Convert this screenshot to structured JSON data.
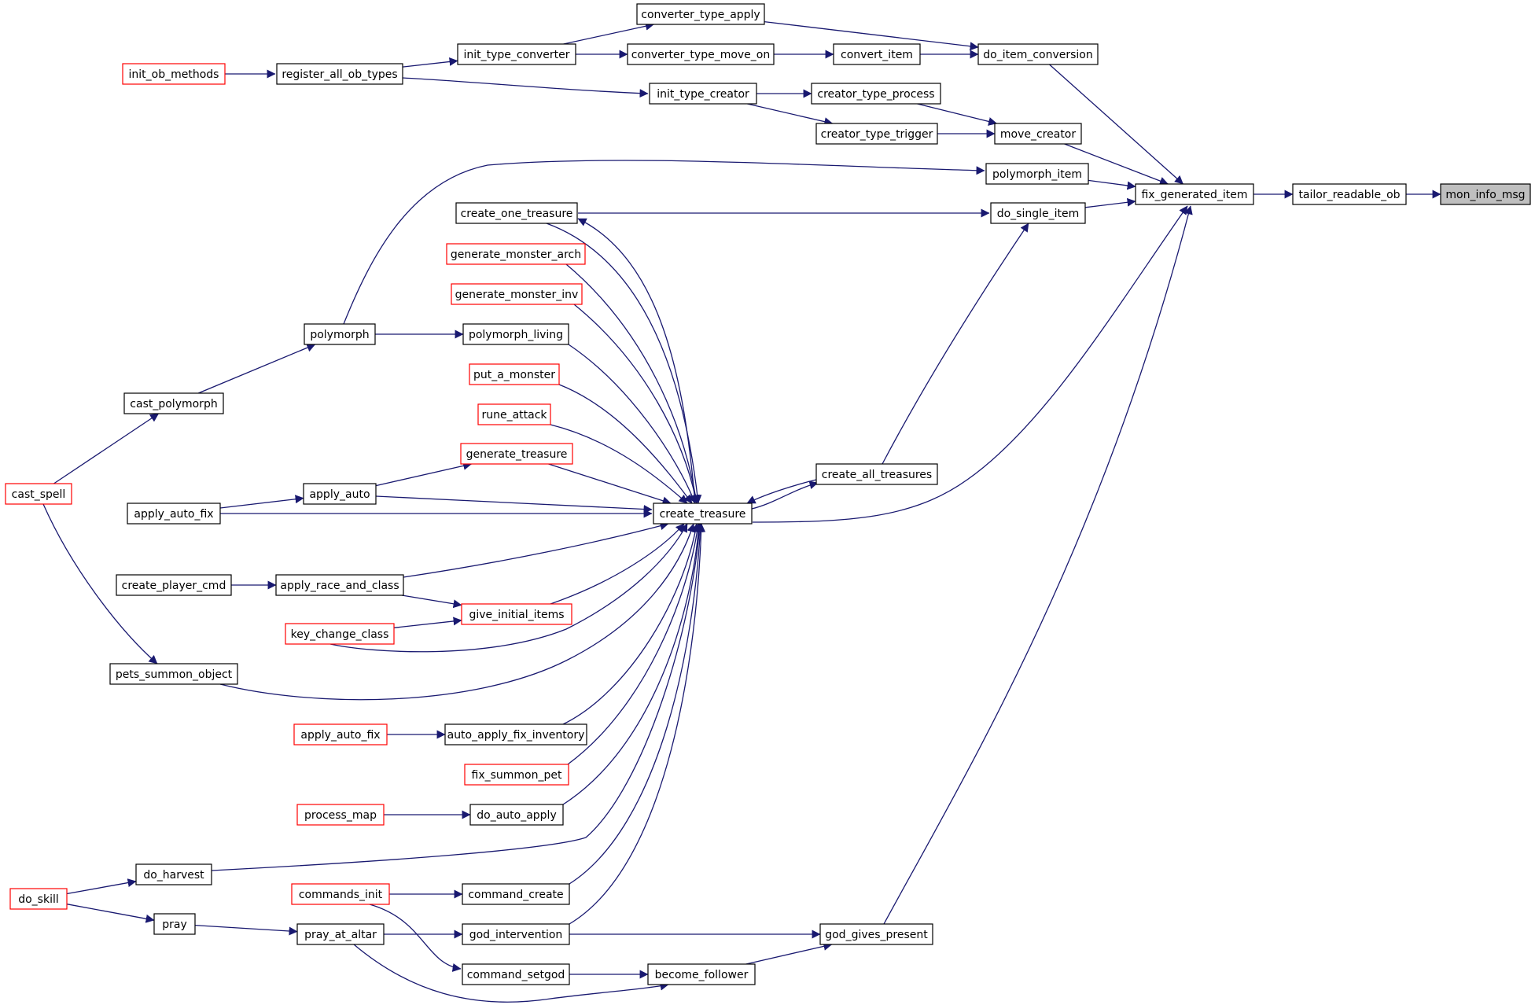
{
  "graph": {
    "root": "mon_info_msg",
    "colors": {
      "edge": "#191970",
      "border": "#000000",
      "partial_border": "#ff0000",
      "root_fill": "#bfbfbf"
    },
    "nodes": [
      {
        "id": "mon_info_msg",
        "label": "mon_info_msg",
        "kind": "root"
      },
      {
        "id": "tailor_readable_ob",
        "label": "tailor_readable_ob",
        "kind": "normal"
      },
      {
        "id": "fix_generated_item",
        "label": "fix_generated_item",
        "kind": "normal"
      },
      {
        "id": "do_item_conversion",
        "label": "do_item_conversion",
        "kind": "normal"
      },
      {
        "id": "move_creator",
        "label": "move_creator",
        "kind": "normal"
      },
      {
        "id": "polymorph_item",
        "label": "polymorph_item",
        "kind": "normal"
      },
      {
        "id": "do_single_item",
        "label": "do_single_item",
        "kind": "normal"
      },
      {
        "id": "create_treasure",
        "label": "create_treasure",
        "kind": "normal"
      },
      {
        "id": "god_gives_present",
        "label": "god_gives_present",
        "kind": "normal"
      },
      {
        "id": "converter_type_apply",
        "label": "converter_type_apply",
        "kind": "normal"
      },
      {
        "id": "convert_item",
        "label": "convert_item",
        "kind": "normal"
      },
      {
        "id": "converter_type_move_on",
        "label": "converter_type_move_on",
        "kind": "normal"
      },
      {
        "id": "init_type_converter",
        "label": "init_type_converter",
        "kind": "normal"
      },
      {
        "id": "register_all_ob_types",
        "label": "register_all_ob_types",
        "kind": "normal"
      },
      {
        "id": "init_ob_methods",
        "label": "init_ob_methods",
        "kind": "partial"
      },
      {
        "id": "creator_type_process",
        "label": "creator_type_process",
        "kind": "normal"
      },
      {
        "id": "creator_type_trigger",
        "label": "creator_type_trigger",
        "kind": "normal"
      },
      {
        "id": "init_type_creator",
        "label": "init_type_creator",
        "kind": "normal"
      },
      {
        "id": "polymorph",
        "label": "polymorph",
        "kind": "normal"
      },
      {
        "id": "cast_polymorph",
        "label": "cast_polymorph",
        "kind": "normal"
      },
      {
        "id": "cast_spell",
        "label": "cast_spell",
        "kind": "partial"
      },
      {
        "id": "create_all_treasures",
        "label": "create_all_treasures",
        "kind": "normal"
      },
      {
        "id": "create_one_treasure",
        "label": "create_one_treasure",
        "kind": "normal"
      },
      {
        "id": "generate_monster_arch",
        "label": "generate_monster_arch",
        "kind": "partial"
      },
      {
        "id": "generate_monster_inv",
        "label": "generate_monster_inv",
        "kind": "partial"
      },
      {
        "id": "polymorph_living",
        "label": "polymorph_living",
        "kind": "normal"
      },
      {
        "id": "put_a_monster",
        "label": "put_a_monster",
        "kind": "partial"
      },
      {
        "id": "rune_attack",
        "label": "rune_attack",
        "kind": "partial"
      },
      {
        "id": "generate_treasure",
        "label": "generate_treasure",
        "kind": "partial"
      },
      {
        "id": "apply_auto",
        "label": "apply_auto",
        "kind": "normal"
      },
      {
        "id": "apply_auto_fix_1",
        "label": "apply_auto_fix",
        "kind": "normal"
      },
      {
        "id": "apply_race_and_class",
        "label": "apply_race_and_class",
        "kind": "normal"
      },
      {
        "id": "create_player_cmd",
        "label": "create_player_cmd",
        "kind": "normal"
      },
      {
        "id": "give_initial_items",
        "label": "give_initial_items",
        "kind": "partial"
      },
      {
        "id": "key_change_class",
        "label": "key_change_class",
        "kind": "partial"
      },
      {
        "id": "pets_summon_object",
        "label": "pets_summon_object",
        "kind": "normal"
      },
      {
        "id": "auto_apply_fix_inventory",
        "label": "auto_apply_fix_inventory",
        "kind": "normal"
      },
      {
        "id": "apply_auto_fix_2",
        "label": "apply_auto_fix",
        "kind": "partial"
      },
      {
        "id": "fix_summon_pet",
        "label": "fix_summon_pet",
        "kind": "partial"
      },
      {
        "id": "do_auto_apply",
        "label": "do_auto_apply",
        "kind": "normal"
      },
      {
        "id": "process_map",
        "label": "process_map",
        "kind": "partial"
      },
      {
        "id": "do_harvest",
        "label": "do_harvest",
        "kind": "normal"
      },
      {
        "id": "do_skill",
        "label": "do_skill",
        "kind": "partial"
      },
      {
        "id": "command_create",
        "label": "command_create",
        "kind": "normal"
      },
      {
        "id": "commands_init",
        "label": "commands_init",
        "kind": "partial"
      },
      {
        "id": "pray",
        "label": "pray",
        "kind": "normal"
      },
      {
        "id": "pray_at_altar",
        "label": "pray_at_altar",
        "kind": "normal"
      },
      {
        "id": "god_intervention",
        "label": "god_intervention",
        "kind": "normal"
      },
      {
        "id": "command_setgod",
        "label": "command_setgod",
        "kind": "normal"
      },
      {
        "id": "become_follower",
        "label": "become_follower",
        "kind": "normal"
      }
    ],
    "edges": [
      [
        "tailor_readable_ob",
        "mon_info_msg"
      ],
      [
        "fix_generated_item",
        "tailor_readable_ob"
      ],
      [
        "do_item_conversion",
        "fix_generated_item"
      ],
      [
        "move_creator",
        "fix_generated_item"
      ],
      [
        "polymorph_item",
        "fix_generated_item"
      ],
      [
        "do_single_item",
        "fix_generated_item"
      ],
      [
        "create_treasure",
        "fix_generated_item"
      ],
      [
        "god_gives_present",
        "fix_generated_item"
      ],
      [
        "converter_type_apply",
        "do_item_conversion"
      ],
      [
        "convert_item",
        "do_item_conversion"
      ],
      [
        "converter_type_move_on",
        "convert_item"
      ],
      [
        "init_type_converter",
        "converter_type_apply"
      ],
      [
        "init_type_converter",
        "converter_type_move_on"
      ],
      [
        "register_all_ob_types",
        "init_type_converter"
      ],
      [
        "init_ob_methods",
        "register_all_ob_types"
      ],
      [
        "register_all_ob_types",
        "init_type_creator"
      ],
      [
        "creator_type_process",
        "move_creator"
      ],
      [
        "creator_type_trigger",
        "move_creator"
      ],
      [
        "init_type_creator",
        "creator_type_process"
      ],
      [
        "init_type_creator",
        "creator_type_trigger"
      ],
      [
        "polymorph",
        "polymorph_item"
      ],
      [
        "cast_polymorph",
        "polymorph"
      ],
      [
        "cast_spell",
        "cast_polymorph"
      ],
      [
        "create_one_treasure",
        "do_single_item"
      ],
      [
        "create_all_treasures",
        "do_single_item"
      ],
      [
        "create_treasure",
        "create_one_treasure"
      ],
      [
        "create_one_treasure",
        "create_treasure"
      ],
      [
        "create_all_treasures",
        "create_treasure"
      ],
      [
        "create_treasure",
        "create_all_treasures"
      ],
      [
        "generate_monster_arch",
        "create_treasure"
      ],
      [
        "generate_monster_inv",
        "create_treasure"
      ],
      [
        "polymorph_living",
        "create_treasure"
      ],
      [
        "polymorph",
        "polymorph_living"
      ],
      [
        "put_a_monster",
        "create_treasure"
      ],
      [
        "rune_attack",
        "create_treasure"
      ],
      [
        "generate_treasure",
        "create_treasure"
      ],
      [
        "apply_auto",
        "generate_treasure"
      ],
      [
        "apply_auto",
        "create_treasure"
      ],
      [
        "apply_auto_fix_1",
        "apply_auto"
      ],
      [
        "apply_auto_fix_1",
        "create_treasure"
      ],
      [
        "apply_race_and_class",
        "create_treasure"
      ],
      [
        "create_player_cmd",
        "apply_race_and_class"
      ],
      [
        "apply_race_and_class",
        "give_initial_items"
      ],
      [
        "key_change_class",
        "give_initial_items"
      ],
      [
        "give_initial_items",
        "create_treasure"
      ],
      [
        "key_change_class",
        "create_treasure"
      ],
      [
        "cast_spell",
        "pets_summon_object"
      ],
      [
        "pets_summon_object",
        "create_treasure"
      ],
      [
        "apply_auto_fix_2",
        "auto_apply_fix_inventory"
      ],
      [
        "auto_apply_fix_inventory",
        "create_treasure"
      ],
      [
        "fix_summon_pet",
        "create_treasure"
      ],
      [
        "process_map",
        "do_auto_apply"
      ],
      [
        "do_auto_apply",
        "create_treasure"
      ],
      [
        "do_skill",
        "do_harvest"
      ],
      [
        "do_harvest",
        "create_treasure"
      ],
      [
        "commands_init",
        "command_create"
      ],
      [
        "command_create",
        "create_treasure"
      ],
      [
        "do_skill",
        "pray"
      ],
      [
        "pray",
        "pray_at_altar"
      ],
      [
        "pray_at_altar",
        "god_intervention"
      ],
      [
        "god_intervention",
        "create_treasure"
      ],
      [
        "god_intervention",
        "god_gives_present"
      ],
      [
        "commands_init",
        "command_setgod"
      ],
      [
        "command_setgod",
        "become_follower"
      ],
      [
        "pray_at_altar",
        "become_follower"
      ],
      [
        "become_follower",
        "god_gives_present"
      ]
    ]
  }
}
